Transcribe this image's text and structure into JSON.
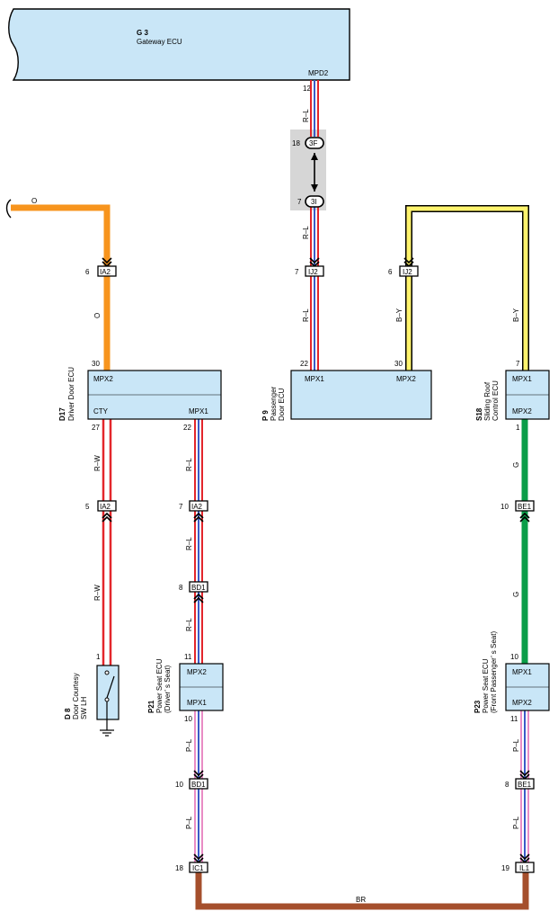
{
  "colors": {
    "ecu_fill": "#c9e6f7",
    "red": "#e3262b",
    "blue": "#3a5bc7",
    "pink": "#e98cc5",
    "orange": "#f7941d",
    "yellow": "#fff36d",
    "green": "#0a9d48",
    "brown": "#a54f2c",
    "junction_fill": "#d6d6d6"
  },
  "gateway": {
    "code": "G 3",
    "name": "Gateway ECU",
    "port": "MPD2",
    "pin": "12"
  },
  "junction": {
    "top_conn": "3F",
    "top_pin": "18",
    "bot_conn": "3I",
    "bot_pin": "7"
  },
  "driver_door": {
    "code": "D17",
    "name": "Driver Door ECU",
    "mpx2": "MPX2",
    "cty": "CTY",
    "mpx1": "MPX1",
    "pin_mpx2": "30",
    "pin_cty": "27",
    "pin_mpx1": "22"
  },
  "passenger_door": {
    "code": "P 9",
    "name1": "Passenger",
    "name2": "Door ECU",
    "mpx1": "MPX1",
    "mpx2": "MPX2",
    "pin_mpx1": "22",
    "pin_mpx2": "30"
  },
  "sliding_roof": {
    "code": "S18",
    "name1": "Sliding Roof",
    "name2": "Control ECU",
    "mpx1": "MPX1",
    "mpx2": "MPX2",
    "pin_mpx1": "7",
    "pin_mpx2": "1"
  },
  "seat_driver": {
    "code": "P21",
    "name1": "Power Seat ECU",
    "name2": "(Driver’ s Seat)",
    "mpx2": "MPX2",
    "mpx1": "MPX1",
    "pin_mpx2": "11",
    "pin_mpx1": "10"
  },
  "seat_passenger": {
    "code": "P23",
    "name1": "Power Seat ECU",
    "name2": "(Front Passenger’ s Seat)",
    "mpx1": "MPX1",
    "mpx2": "MPX2",
    "pin_mpx1": "10",
    "pin_mpx2": "11"
  },
  "courtesy_switch": {
    "code": "D 8",
    "name1": "Door Courtesy",
    "name2": "SW LH",
    "pin": "1"
  },
  "connectors": {
    "ia2_a": {
      "name": "IA2",
      "pin": "6"
    },
    "ij2_a": {
      "name": "IJ2",
      "pin": "7"
    },
    "ij2_b": {
      "name": "IJ2",
      "pin": "6"
    },
    "ia2_b": {
      "name": "IA2",
      "pin": "5"
    },
    "ia2_c": {
      "name": "IA2",
      "pin": "7"
    },
    "be1_a": {
      "name": "BE1",
      "pin": "10"
    },
    "bd1_a": {
      "name": "BD1",
      "pin": "8"
    },
    "bd1_b": {
      "name": "BD1",
      "pin": "10"
    },
    "be1_b": {
      "name": "BE1",
      "pin": "8"
    },
    "ic1": {
      "name": "IC1",
      "pin": "18"
    },
    "il1": {
      "name": "IL1",
      "pin": "19"
    }
  },
  "wires": {
    "rl": "R–L",
    "rw": "R–W",
    "o": "O",
    "by": "B–Y",
    "g": "G",
    "pl": "P–L",
    "br": "BR"
  }
}
